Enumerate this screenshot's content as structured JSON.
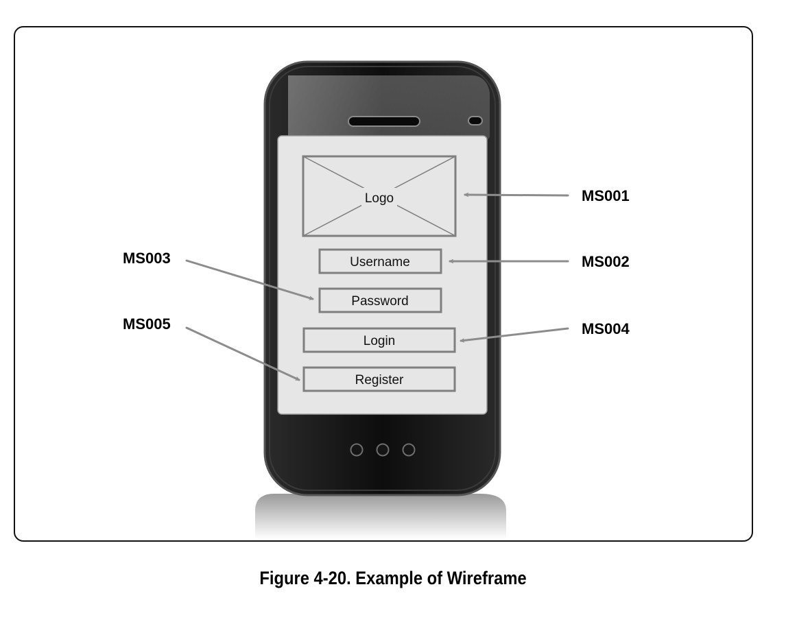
{
  "wireframe": {
    "logo_label": "Logo",
    "username_label": "Username",
    "password_label": "Password",
    "login_label": "Login",
    "register_label": "Register"
  },
  "callouts": {
    "logo": "MS001",
    "username": "MS002",
    "password": "MS003",
    "login": "MS004",
    "register": "MS005"
  },
  "caption": "Figure 4-20. Example of Wireframe",
  "colors": {
    "phone_body": "#1a1a1a",
    "screen": "#e6e6e6",
    "arrow": "#8c8c8c",
    "wireframe_stroke": "#7f7f7f"
  }
}
